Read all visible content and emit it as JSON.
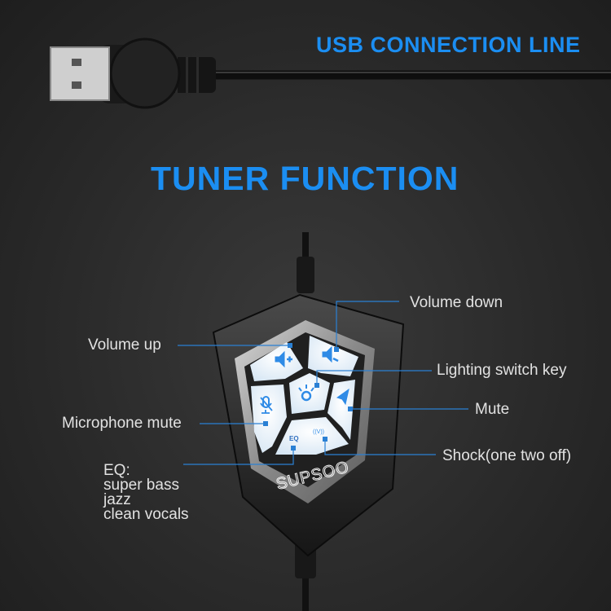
{
  "headings": {
    "usb": "USB CONNECTION LINE",
    "tuner": "TUNER FUNCTION"
  },
  "labels": {
    "volume_down": "Volume down",
    "volume_up": "Volume up",
    "lighting": "Lighting switch key",
    "mute": "Mute",
    "mic_mute": "Microphone mute",
    "shock": "Shock(one two off)"
  },
  "eq": {
    "title": "EQ:",
    "modes": [
      "super bass",
      "jazz",
      "clean vocals"
    ]
  },
  "controller": {
    "brand": "SUPSOO",
    "eq_button": "EQ",
    "shock_button": "((V))"
  },
  "colors": {
    "accent": "#1b8ef2",
    "leader": "#2a80d4",
    "button_icon": "#2f8be6"
  }
}
